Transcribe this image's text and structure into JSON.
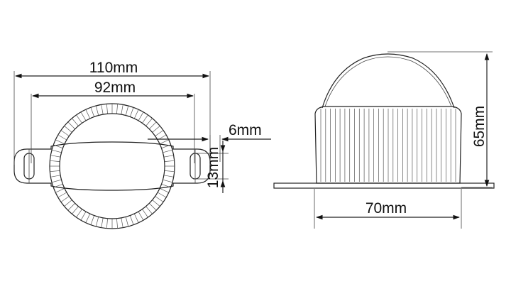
{
  "drawing": {
    "labels": {
      "overall_width": "110mm",
      "cutout_width": "92mm",
      "slot_width": "6mm",
      "slot_length": "13mm",
      "height": "65mm",
      "body_width": "70mm"
    }
  },
  "colors": {
    "line": "#222222",
    "background": "#ffffff"
  }
}
